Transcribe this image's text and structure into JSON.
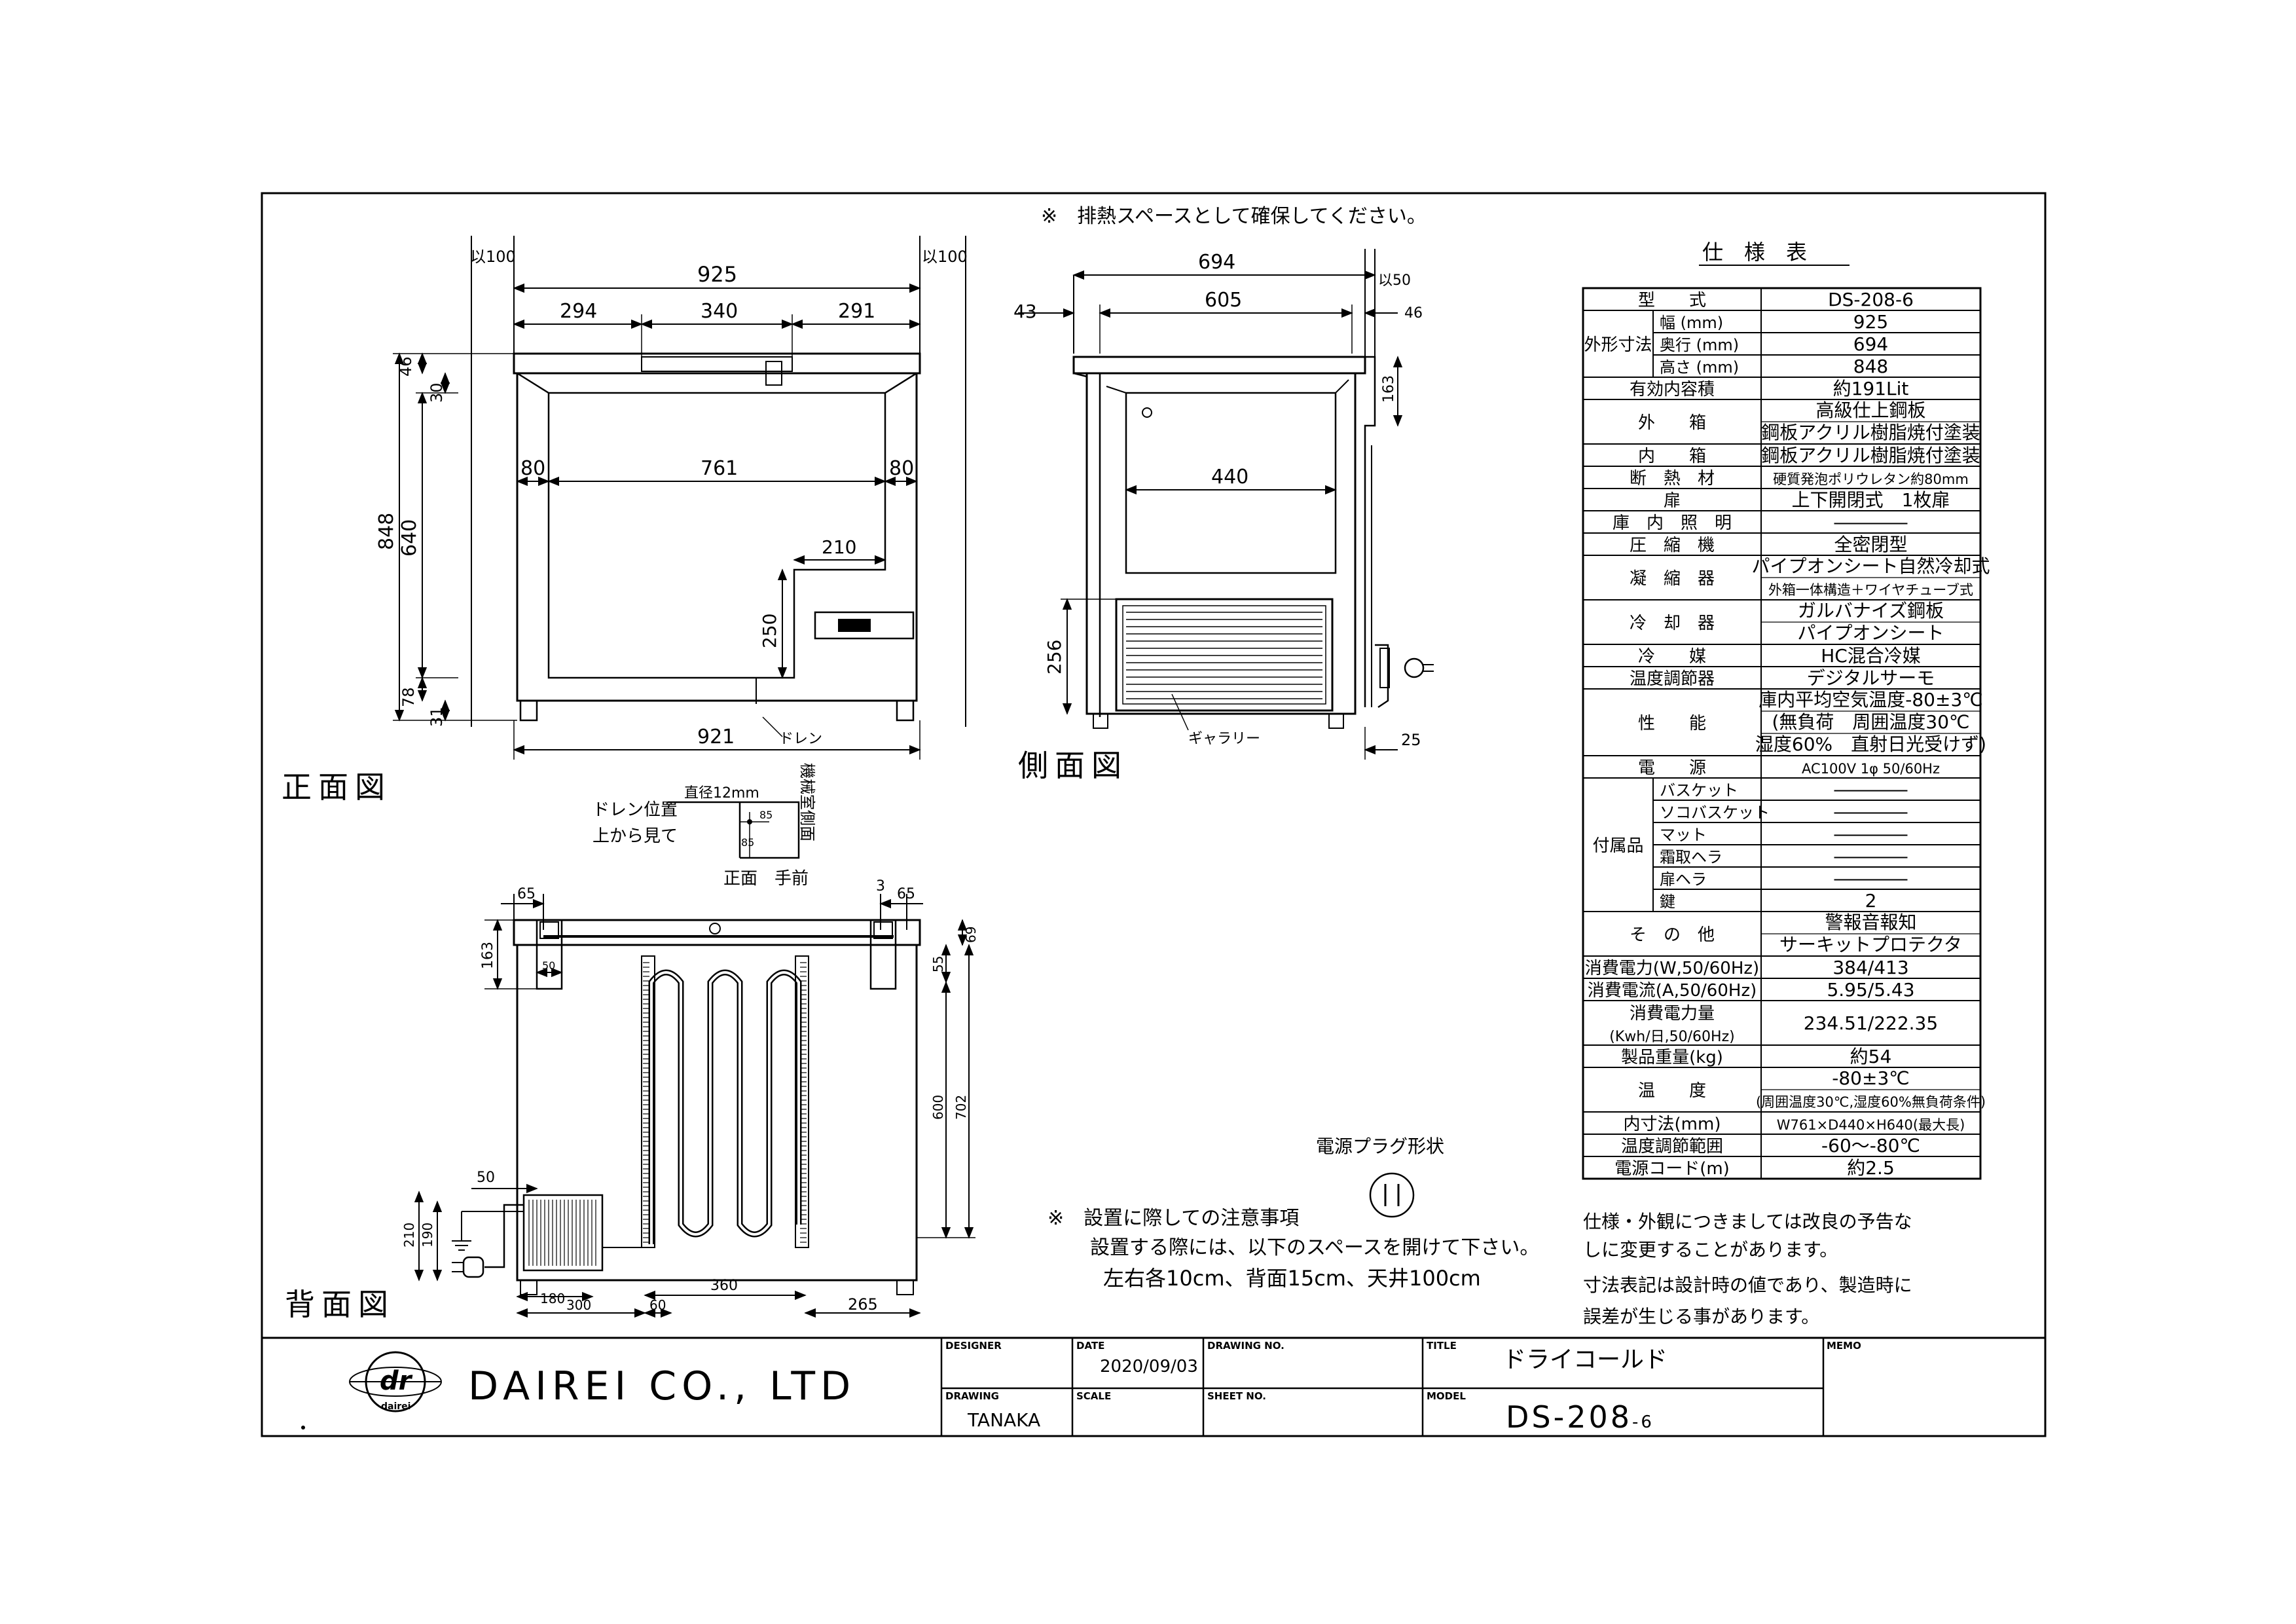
{
  "header_note": "※　排熱スペースとして確保してください。",
  "front_view": {
    "label": "正面図",
    "clear_left": "以100",
    "clear_right": "以100",
    "dims": {
      "overall_width": "925",
      "seg_left": "294",
      "seg_mid": "340",
      "seg_right": "291",
      "inner_left": "80",
      "inner_width": "761",
      "inner_right": "80",
      "step_width": "210",
      "step_height": "250",
      "bottom_width": "921",
      "height_total": "848",
      "height_inner": "640",
      "height_top": "46",
      "height_lid": "30",
      "height_base": "78",
      "height_foot": "31"
    },
    "drain_label": "ドレン"
  },
  "side_view": {
    "label": "側面図",
    "clear_top": "以50",
    "dims": {
      "overall_depth": "694",
      "handle": "43",
      "body_depth": "605",
      "lid_depth": "46",
      "inner_depth": "440",
      "lid_height": "163",
      "grille_height": "256",
      "rear_gap": "25"
    },
    "gallery_label": "ギャラリー"
  },
  "drain_detail": {
    "title_line1": "ドレン位置",
    "title_line2": "上から見て",
    "diameter": "直径12mm",
    "dim_a": "85",
    "dim_b": "85",
    "side_label": "機械室側面",
    "caption": "正面　手前"
  },
  "rear_view": {
    "label": "背面図",
    "dims": {
      "left_offset": "65",
      "right_small": "3",
      "right_offset": "65",
      "top_h": "163",
      "hinge_w": "50",
      "h_69": "69",
      "h_55": "55",
      "h_600": "600",
      "h_702": "702",
      "cord_50": "50",
      "h_210": "210",
      "h_190": "190",
      "w_180": "180",
      "w_300": "300",
      "w_60": "60",
      "w_360": "360",
      "w_265": "265"
    }
  },
  "plug": {
    "label": "電源プラグ形状"
  },
  "install_notes": {
    "title": "※　設置に際しての注意事項",
    "line1": "設置する際には、以下のスペースを開けて下さい。",
    "line2": "左右各10cm、背面15cm、天井100cm"
  },
  "spec_table": {
    "title": "仕　様　表",
    "rows": [
      {
        "label": "型　　式",
        "value": "DS-208-6"
      },
      {
        "group": "外形寸法",
        "sub": "幅 (mm)",
        "value": "925"
      },
      {
        "group": "",
        "sub": "奥行 (mm)",
        "value": "694"
      },
      {
        "group": "",
        "sub": "高さ (mm)",
        "value": "848"
      },
      {
        "label": "有効内容積",
        "value": "約191Lit"
      },
      {
        "label": "外　　箱",
        "value": "高級仕上鋼板",
        "value2": "鋼板アクリル樹脂焼付塗装"
      },
      {
        "label": "内　　箱",
        "value": "鋼板アクリル樹脂焼付塗装"
      },
      {
        "label": "断　熱　材",
        "value": "硬質発泡ポリウレタン約80mm"
      },
      {
        "label": "扉",
        "value": "上下開閉式　1枚扉"
      },
      {
        "label": "庫　内　照　明",
        "value": "――――"
      },
      {
        "label": "圧　縮　機",
        "value": "全密閉型"
      },
      {
        "label": "凝　縮　器",
        "value": "パイプオンシート自然冷却式",
        "value2": "外箱一体構造＋ワイヤチューブ式"
      },
      {
        "label": "冷　却　器",
        "value": "ガルバナイズ鋼板",
        "value2": "パイプオンシート"
      },
      {
        "label": "冷　　媒",
        "value": "HC混合冷媒"
      },
      {
        "label": "温度調節器",
        "value": "デジタルサーモ"
      },
      {
        "label": "性　　能",
        "value": "庫内平均空気温度-80±3℃",
        "value2": "(無負荷　周囲温度30℃",
        "value3": "湿度60%　直射日光受けず)"
      },
      {
        "label": "電　　源",
        "value": "AC100V 1φ 50/60Hz"
      },
      {
        "group": "付属品",
        "sub": "バスケット",
        "value": "――――"
      },
      {
        "group": "",
        "sub": "ソコバスケット",
        "value": "――――"
      },
      {
        "group": "",
        "sub": "マット",
        "value": "――――"
      },
      {
        "group": "",
        "sub": "霜取ヘラ",
        "value": "――――"
      },
      {
        "group": "",
        "sub": "扉ヘラ",
        "value": "――――"
      },
      {
        "group": "",
        "sub": "鍵",
        "value": "2"
      },
      {
        "label": "そ　の　他",
        "value": "警報音報知",
        "value2": "サーキットプロテクタ"
      },
      {
        "label": "消費電力(W,50/60Hz)",
        "value": "384/413"
      },
      {
        "label": "消費電流(A,50/60Hz)",
        "value": "5.95/5.43"
      },
      {
        "label": "消費電力量",
        "label2": "(Kwh/日,50/60Hz)",
        "value": "234.51/222.35"
      },
      {
        "label": "製品重量(kg)",
        "value": "約54"
      },
      {
        "label": "温　　度",
        "value": "-80±3℃",
        "value2": "(周囲温度30℃,湿度60%無負荷条件)"
      },
      {
        "label": "内寸法(mm)",
        "value": "W761×D440×H640(最大長)"
      },
      {
        "label": "温度調節範囲",
        "value": "-60～-80℃"
      },
      {
        "label": "電源コード(m)",
        "value": "約2.5"
      }
    ]
  },
  "disclaimer": {
    "line1": "仕様・外観につきましては改良の予告な",
    "line2": "しに変更することがあります。",
    "line3": "寸法表記は設計時の値であり、製造時に",
    "line4": "誤差が生じる事があります。"
  },
  "title_block": {
    "company": "DAIREI CO., LTD",
    "logo_text": "dr",
    "logo_sub": "dairei",
    "designer_label": "DESIGNER",
    "date_label": "DATE",
    "date_value": "2020/09/03",
    "drawing_no_label": "DRAWING NO.",
    "title_label": "TITLE",
    "title_value": "ドライコールド",
    "memo_label": "MEMO",
    "drawing_label": "DRAWING",
    "drawing_value": "TANAKA",
    "scale_label": "SCALE",
    "sheet_no_label": "SHEET NO.",
    "model_label": "MODEL",
    "model_value": "DS-208",
    "model_suffix": "-6"
  }
}
